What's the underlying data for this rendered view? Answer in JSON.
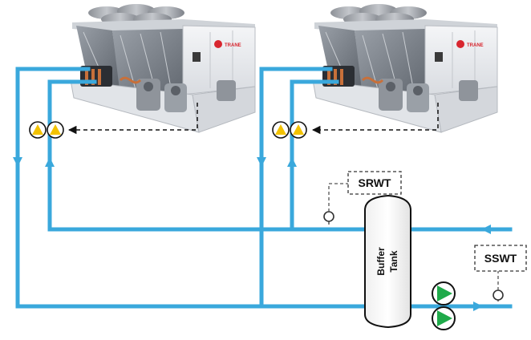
{
  "diagram": {
    "chillers": [
      {
        "brand": "TRANE"
      },
      {
        "brand": "TRANE"
      }
    ],
    "labels": {
      "supply_return_sensor": "SRWT",
      "system_supply_sensor": "SSWT",
      "tank_line1": "Buffer",
      "tank_line2": "Tank"
    },
    "colors": {
      "pipe": "#3aa8dc",
      "pump_chiller": "#f2c200",
      "pump_system": "#1faa4a",
      "sensor_line": "#555555"
    }
  }
}
